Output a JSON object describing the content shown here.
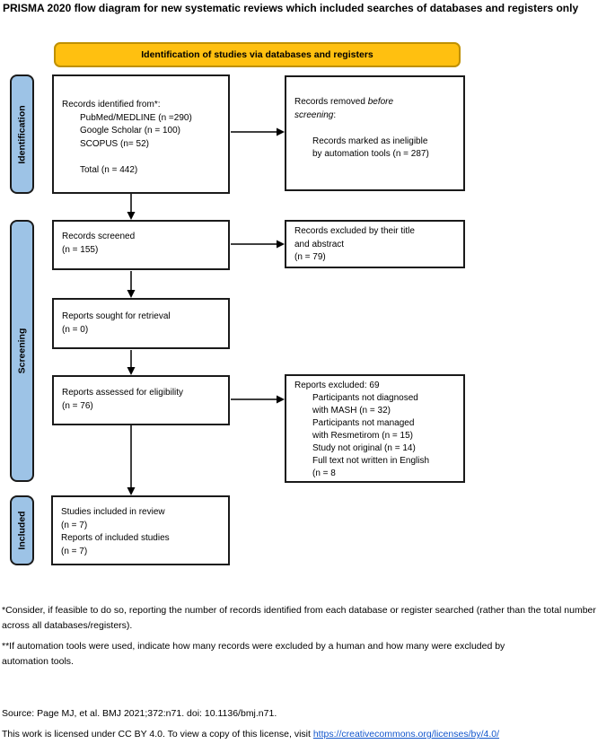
{
  "title": "PRISMA 2020 flow diagram for new systematic reviews which included searches of databases and registers only",
  "banner_label": "Identification of studies via databases and registers",
  "colors": {
    "banner_fill": "#FFC010",
    "banner_border": "#BF9000",
    "stage_fill": "#9DC3E6",
    "box_border": "#1A1A1A",
    "link_color": "#1155CC"
  },
  "stages": {
    "identification": "Identification",
    "screening": "Screening",
    "included": "Included"
  },
  "boxes": {
    "identified": {
      "lines": [
        "Records identified from*:",
        "PubMed/MEDLINE (n =290)",
        "Google Scholar (n = 100)",
        "SCOPUS (n= 52)",
        "Total (n = 442)"
      ]
    },
    "removed": {
      "line1_regular": "Records removed ",
      "line1_italic": "before",
      "line2_italic": "screening",
      "line2_regular": ":",
      "details": [
        "Records marked as ineligible",
        "by automation tools (n = 287)"
      ]
    },
    "screened": {
      "lines": [
        "Records screened",
        "(n = 155)"
      ]
    },
    "excluded_title_abstract": {
      "lines": [
        "Records excluded by their title",
        "and abstract",
        "(n = 79)"
      ]
    },
    "sought": {
      "lines": [
        "Reports sought for retrieval",
        "(n = 0)"
      ]
    },
    "assessed": {
      "lines": [
        "Reports assessed for eligibility",
        "(n = 76)"
      ]
    },
    "reports_excluded": {
      "lines": [
        "Reports excluded: 69",
        "Participants not diagnosed",
        "with MASH (n = 32)",
        "Participants not managed",
        "with Resmetirom (n = 15)",
        "Study not original (n = 14)",
        "Full text not written in English",
        "(n = 8"
      ]
    },
    "included_studies": {
      "lines": [
        "Studies included in review",
        "(n = 7)",
        "Reports of included studies",
        "(n = 7)"
      ]
    }
  },
  "footnotes": [
    "*Consider, if feasible to do so, reporting the number of records identified from each database or register searched (rather than the total number across all databases/registers).",
    "**If automation tools were used, indicate how many records were excluded by a human and how many were excluded by automation tools."
  ],
  "source_line": "Source: Page MJ, et al. BMJ 2021;372:n71. doi: 10.1136/bmj.n71.",
  "license": {
    "prefix": "This work is licensed under CC BY 4.0. To view a copy of this license, visit ",
    "link_text": "https://creativecommons.org/licenses/by/4.0/",
    "link_href": "https://creativecommons.org/licenses/by/4.0/"
  }
}
